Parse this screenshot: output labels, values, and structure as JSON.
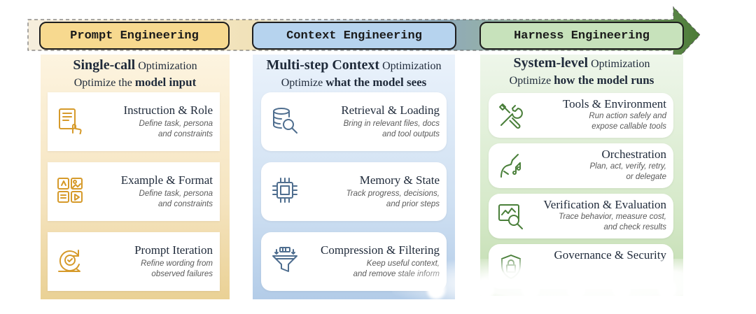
{
  "stages": [
    {
      "id": "prompt",
      "label": "Prompt Engineering",
      "heading_bold": "Single-call",
      "heading_rest": " Optimization",
      "subheading_pre": "Optimize the ",
      "subheading_bold": "model input",
      "cards": [
        {
          "icon": "document-hand-icon",
          "title": "Instruction & Role",
          "desc": [
            "Define task, persona",
            "and constraints"
          ]
        },
        {
          "icon": "format-grid-icon",
          "title": "Example & Format",
          "desc": [
            "Define task, persona",
            "and constraints"
          ]
        },
        {
          "icon": "iteration-cycle-icon",
          "title": "Prompt Iteration",
          "desc": [
            "Refine wording from",
            "observed failures"
          ]
        }
      ]
    },
    {
      "id": "context",
      "label": "Context Engineering",
      "heading_bold": "Multi-step Context",
      "heading_rest": " Optimization",
      "subheading_pre": "Optimize ",
      "subheading_bold": "what the model sees",
      "cards": [
        {
          "icon": "database-search-icon",
          "title": "Retrieval & Loading",
          "desc": [
            "Bring in relevant files, docs",
            "and tool outputs"
          ]
        },
        {
          "icon": "memory-chip-icon",
          "title": "Memory & State",
          "desc": [
            "Track progress, decisions,",
            "and prior steps"
          ]
        },
        {
          "icon": "funnel-filter-icon",
          "title": "Compression & Filtering",
          "desc": [
            "Keep useful context,",
            "and remove stale inform"
          ]
        }
      ]
    },
    {
      "id": "harness",
      "label": "Harness Engineering",
      "heading_bold": "System-level",
      "heading_rest": " Optimization",
      "subheading_pre": "Optimize ",
      "subheading_bold": "how the model runs",
      "cards": [
        {
          "icon": "tools-wrench-icon",
          "title": "Tools & Environment",
          "desc": [
            "Run action safely and",
            "expose callable tools"
          ]
        },
        {
          "icon": "conductor-icon",
          "title": "Orchestration",
          "desc": [
            "Plan, act, verify, retry,",
            "or delegate"
          ]
        },
        {
          "icon": "chart-magnifier-icon",
          "title": "Verification & Evaluation",
          "desc": [
            "Trace behavior, measure cost,",
            "and check results"
          ]
        },
        {
          "icon": "shield-lock-icon",
          "title": "Governance & Security",
          "desc": []
        }
      ]
    }
  ],
  "colors": {
    "prompt_accent": "#c9a24a",
    "context_accent": "#4f6e8f",
    "harness_accent": "#4a7f3a",
    "arrow_green": "#4b7a36"
  }
}
